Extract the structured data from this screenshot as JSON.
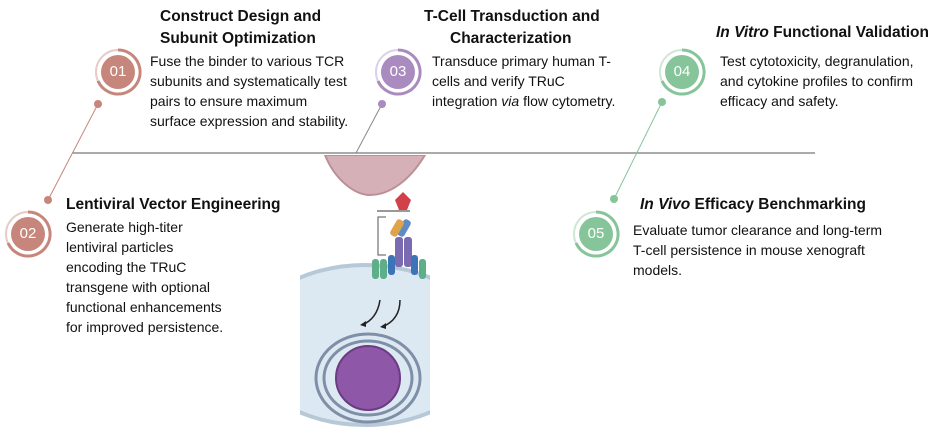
{
  "steps": [
    {
      "number": "01",
      "title_line1": "Construct Design and",
      "title_line2": "Subunit Optimization",
      "desc": [
        "Fuse the binder to various TCR",
        "subunits and systematically test",
        "pairs to ensure maximum",
        "surface expression and stability."
      ],
      "color": "#c6867b"
    },
    {
      "number": "02",
      "title": "Lentiviral Vector Engineering",
      "desc": [
        "Generate high-titer",
        "lentiviral particles",
        "encoding the TRuC",
        "transgene with optional",
        "functional enhancements",
        "for improved persistence."
      ],
      "color": "#c6867b"
    },
    {
      "number": "03",
      "title_line1": "T-Cell Transduction and",
      "title_line2": "Characterization",
      "desc_line1": "Transduce primary human T-",
      "desc_line2": "cells and verify TRuC",
      "desc_line3_pre": "integration ",
      "desc_line3_italic": "via",
      "desc_line3_post": " flow cytometry.",
      "color": "#a98bc0"
    },
    {
      "number": "04",
      "title_italic": "In Vitro",
      "title_rest": " Functional Validation",
      "desc": [
        "Test cytotoxicity, degranulation,",
        "and cytokine profiles to confirm",
        "efficacy and safety."
      ],
      "color": "#86c49a"
    },
    {
      "number": "05",
      "title_italic": "In Vivo",
      "title_rest": " Efficacy Benchmarking",
      "desc": [
        "Evaluate tumor clearance and long-term",
        "T-cell persistence in mouse xenograft",
        "models."
      ],
      "color": "#86c49a"
    }
  ]
}
